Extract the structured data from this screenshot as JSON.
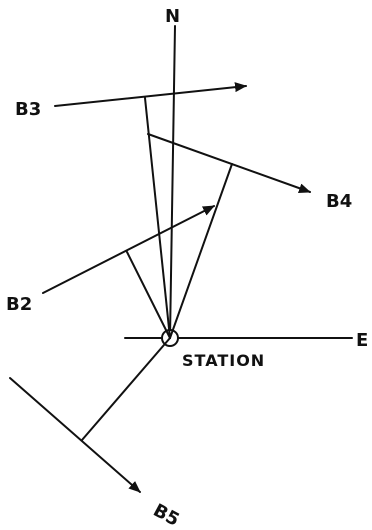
{
  "diagram": {
    "north_label": "N",
    "east_label": "E",
    "station_label": "STATION",
    "bearings": [
      {
        "id": "b3",
        "label": "B3"
      },
      {
        "id": "b4",
        "label": "B4"
      },
      {
        "id": "b2",
        "label": "B2"
      },
      {
        "id": "b5",
        "label": "B5"
      }
    ],
    "colors": {
      "ink": "#111111",
      "background": "#ffffff"
    }
  }
}
